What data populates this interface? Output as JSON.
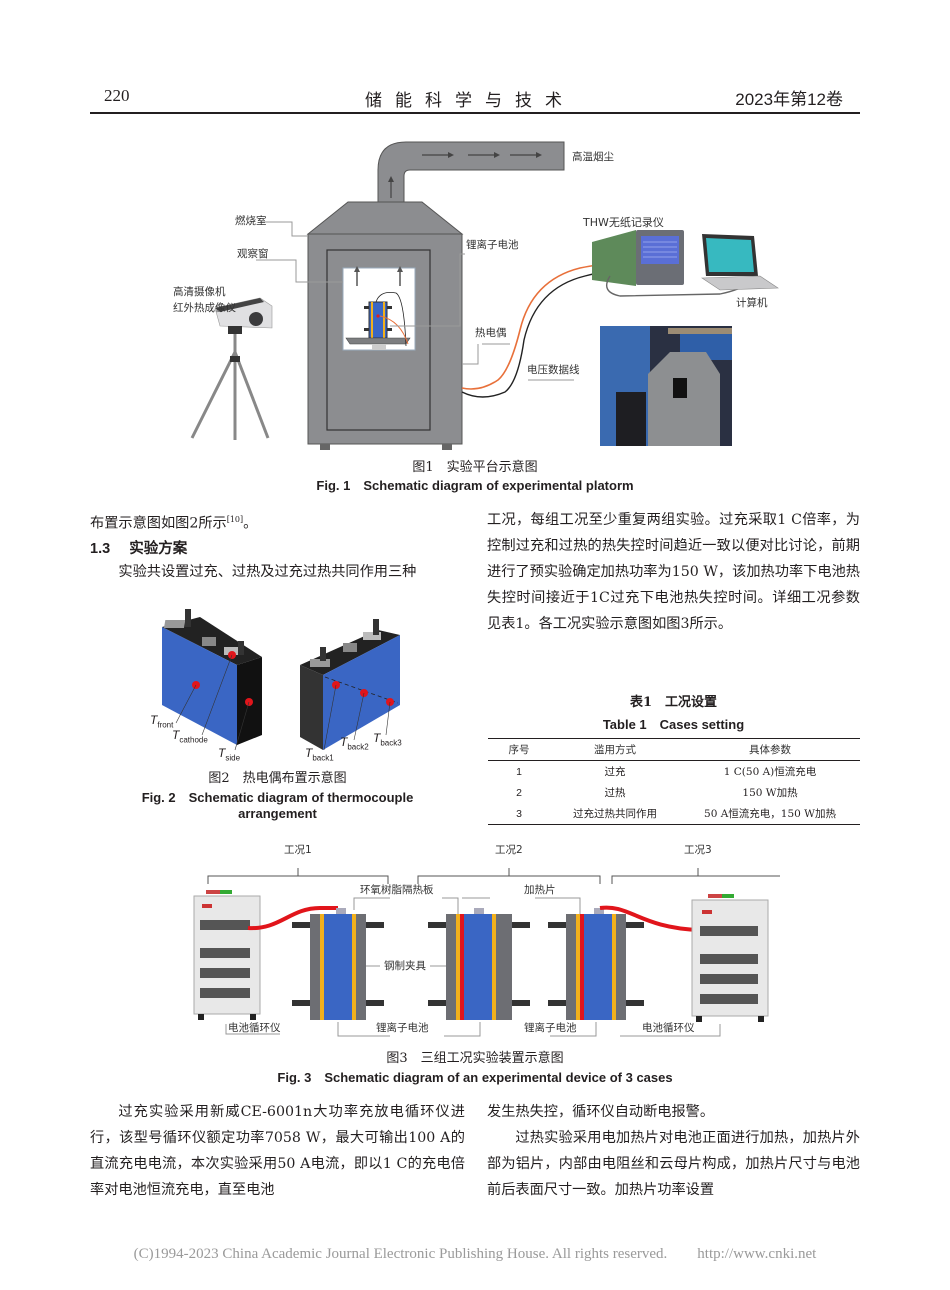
{
  "header": {
    "page_number": "220",
    "journal_name": "储能科学与技术",
    "issue": "2023年第12卷"
  },
  "figure1": {
    "labels": {
      "smoke": "高温烟尘",
      "combustion_chamber": "燃烧室",
      "observation_window": "观察窗",
      "camera_line1": "高清摄像机",
      "camera_line2": "红外热成像仪",
      "battery": "锂离子电池",
      "thermocouple": "热电偶",
      "voltage_line": "电压数据线",
      "recorder": "THW无纸记录仪",
      "computer": "计算机"
    },
    "caption_cn": "图1　实验平台示意图",
    "caption_en": "Fig. 1　Schematic diagram of experimental platorm"
  },
  "left_column": {
    "para1": "布置示意图如图2所示",
    "para1_ref": "[10]",
    "para1_end": "。",
    "section_number": "1.3",
    "section_title": "实验方案",
    "para2": "实验共设置过充、过热及过充过热共同作用三种"
  },
  "figure2": {
    "labels": {
      "t_front": "front",
      "t_cathode": "cathode",
      "t_side": "side",
      "t_back1": "back1",
      "t_back2": "back2",
      "t_back3": "back3",
      "t": "T"
    },
    "caption_cn": "图2　热电偶布置示意图",
    "caption_en_line1": "Fig. 2　Schematic diagram of thermocouple",
    "caption_en_line2": "arrangement"
  },
  "right_column": {
    "para": "工况，每组工况至少重复两组实验。过充采取1 C倍率，为控制过充和过热的热失控时间趋近一致以便对比讨论，前期进行了预实验确定加热功率为150 W，该加热功率下电池热失控时间接近于1C过充下电池热失控时间。详细工况参数见表1。各工况实验示意图如图3所示。"
  },
  "table1": {
    "title_cn": "表1　工况设置",
    "title_en": "Table 1　Cases setting",
    "headers": [
      "序号",
      "滥用方式",
      "具体参数"
    ],
    "rows": [
      [
        "1",
        "过充",
        "1 C(50 A)恒流充电"
      ],
      [
        "2",
        "过热",
        "150 W加热"
      ],
      [
        "3",
        "过充过热共同作用",
        "50 A恒流充电，150 W加热"
      ]
    ]
  },
  "figure3": {
    "labels": {
      "case1": "工况1",
      "case2": "工况2",
      "case3": "工况3",
      "epoxy_board": "环氧树脂隔热板",
      "heater": "加热片",
      "steel_clamp": "钢制夹具",
      "cycler_left": "电池循环仪",
      "battery_left": "锂离子电池",
      "battery_right": "锂离子电池",
      "cycler_right": "电池循环仪"
    },
    "caption_cn": "图3　三组工况实验装置示意图",
    "caption_en": "Fig. 3　Schematic diagram of an experimental device of 3 cases"
  },
  "bottom_left": {
    "para": "过充实验采用新威CE-6001n大功率充放电循环仪进行，该型号循环仪额定功率7058 W，最大可输出100 A的直流充电电流，本次实验采用50 A电流，即以1 C的充电倍率对电池恒流充电，直至电池"
  },
  "bottom_right": {
    "para1": "发生热失控，循环仪自动断电报警。",
    "para2": "过热实验采用电加热片对电池正面进行加热，加热片外部为铝片，内部由电阻丝和云母片构成，加热片尺寸与电池前后表面尺寸一致。加热片功率设置"
  },
  "footer": {
    "text": "(C)1994-2023 China Academic Journal Electronic Publishing House. All rights reserved.　　http://www.cnki.net"
  },
  "colors": {
    "battery_blue": "#3a66c4",
    "chamber_gray": "#8c8d90",
    "heater_red": "#e0201e",
    "insulation_orange": "#f2b01c",
    "thermocouple_orange": "#e8703a"
  }
}
